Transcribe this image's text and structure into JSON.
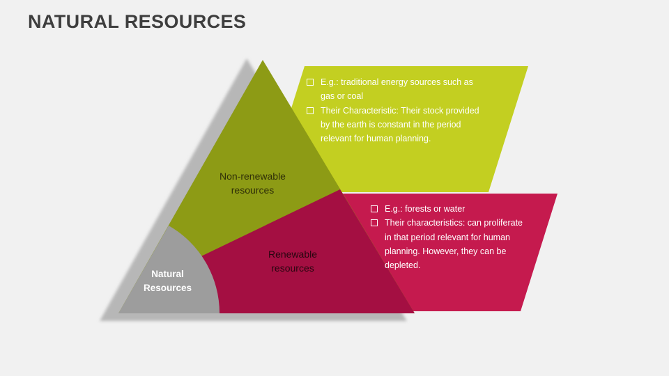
{
  "title": "NATURAL RESOURCES",
  "colors": {
    "background": "#f1f1f1",
    "title": "#3e3e3e",
    "shadow": "#b7b7b7"
  },
  "pyramid": {
    "sections": [
      {
        "name": "non-renewable",
        "label": "Non-renewable resources",
        "color": "#8d9b15"
      },
      {
        "name": "renewable",
        "label": "Renewable resources",
        "color": "#a40f42"
      },
      {
        "name": "base",
        "label": "Natural Resources",
        "color": "#9d9d9d"
      }
    ]
  },
  "callouts": [
    {
      "name": "non-renewable-details",
      "color": "#c3cf21",
      "text_color": "#ffffff",
      "bullets": [
        "E.g.: traditional energy sources such as gas or coal",
        "Their Characteristic: Their stock provided by the earth is constant in the period relevant for human planning."
      ]
    },
    {
      "name": "renewable-details",
      "color": "#c51a4e",
      "text_color": "#ffffff",
      "bullets": [
        "E.g.: forests or water",
        "Their characteristics: can proliferate in that period relevant for human planning. However, they can be depleted."
      ]
    }
  ]
}
